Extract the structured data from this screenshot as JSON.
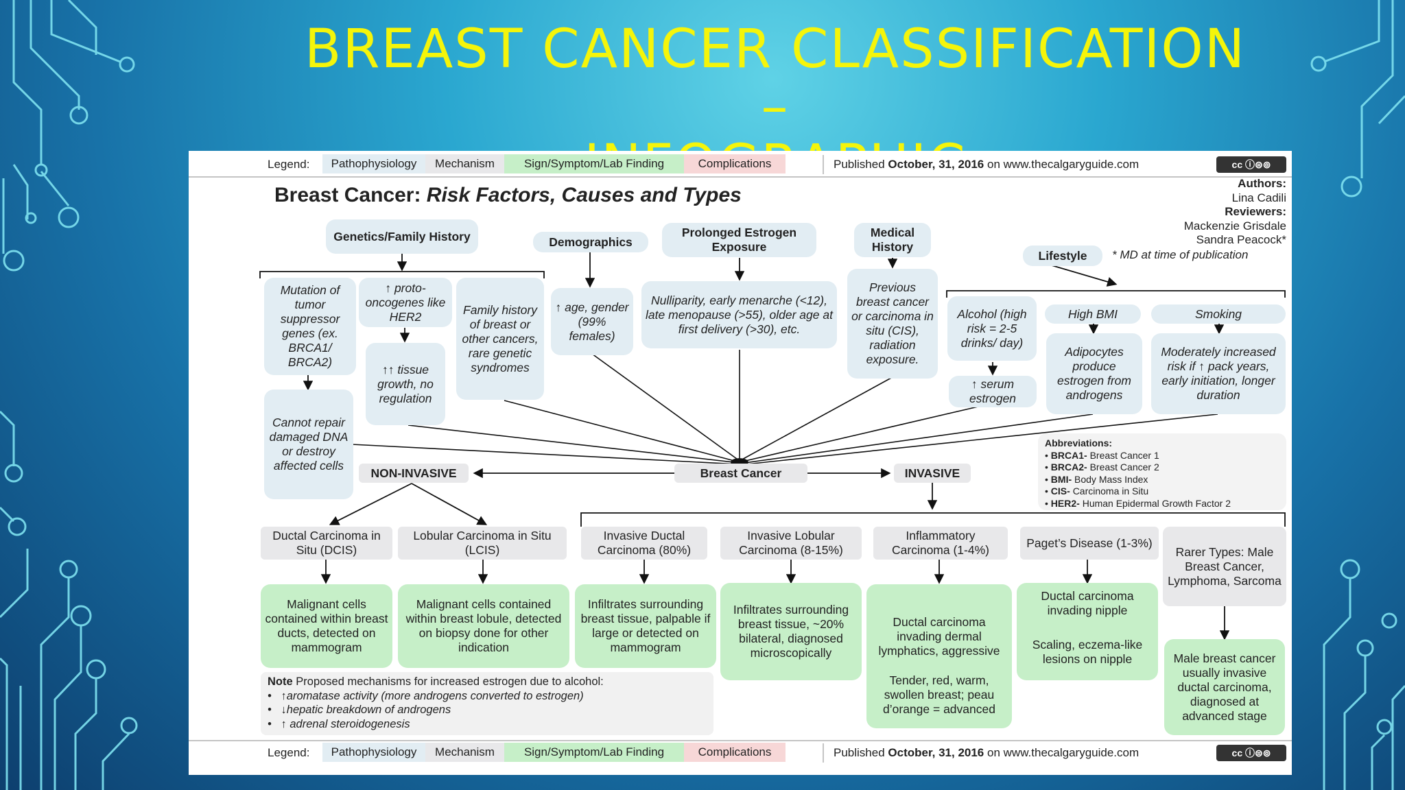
{
  "slide": {
    "title_line1": "BREAST CANCER CLASSIFICATION –",
    "title_line2": "INFOGRAPHIC"
  },
  "legend": {
    "label": "Legend:",
    "items": [
      "Pathophysiology",
      "Mechanism",
      "Sign/Symptom/Lab Finding",
      "Complications"
    ],
    "published_prefix": "Published",
    "published_date": "October, 31, 2016",
    "published_suffix": "on www.thecalgaryguide.com",
    "license": "cc"
  },
  "heading": {
    "bold": "Breast Cancer:",
    "italic": "Risk Factors, Causes and Types"
  },
  "credits": {
    "authors_label": "Authors:",
    "author": "Lina Cadili",
    "reviewers_label": "Reviewers:",
    "reviewer1": "Mackenzie Grisdale",
    "reviewer2": "Sandra Peacock*",
    "note": "* MD at time of publication"
  },
  "categories": {
    "genetics": "Genetics/Family History",
    "demographics": "Demographics",
    "estrogen": "Prolonged Estrogen Exposure",
    "medical": "Medical History",
    "lifestyle": "Lifestyle"
  },
  "factors": {
    "mutation": "Mutation of tumor suppressor genes (ex. BRCA1/ BRCA2)",
    "cannot_repair": "Cannot repair damaged DNA or destroy affected cells",
    "proto": "↑ proto-oncogenes like HER2",
    "tissue": "↑↑ tissue growth, no regulation",
    "family": "Family history of breast or other cancers, rare genetic syndromes",
    "age": "↑ age, gender (99% females)",
    "nulliparity": "Nulliparity, early menarche (<12), late menopause (>55), older age at first delivery (>30), etc.",
    "previous": "Previous breast cancer or carcinoma in situ (CIS), radiation exposure.",
    "alcohol": "Alcohol (high risk = 2-5 drinks/ day)",
    "serum": "↑ serum estrogen",
    "bmi": "High BMI",
    "adipocytes": "Adipocytes produce estrogen from androgens",
    "smoking": "Smoking",
    "moderately": "Moderately increased risk if ↑ pack years, early initiation, longer duration"
  },
  "center": {
    "breast_cancer": "Breast Cancer",
    "non_invasive": "NON-INVASIVE",
    "invasive": "INVASIVE"
  },
  "abbreviations": {
    "title": "Abbreviations:",
    "items": [
      {
        "abbr": "BRCA1-",
        "text": "Breast Cancer 1"
      },
      {
        "abbr": "BRCA2-",
        "text": "Breast Cancer 2"
      },
      {
        "abbr": "BMI-",
        "text": "Body Mass Index"
      },
      {
        "abbr": "CIS-",
        "text": "Carcinoma in Situ"
      },
      {
        "abbr": "HER2-",
        "text": "Human Epidermal Growth Factor 2"
      }
    ]
  },
  "types": {
    "dcis": "Ductal Carcinoma in Situ (DCIS)",
    "lcis": "Lobular Carcinoma in Situ (LCIS)",
    "idc": "Invasive Ductal Carcinoma (80%)",
    "ilc": "Invasive Lobular Carcinoma (8-15%)",
    "inflammatory": "Inflammatory Carcinoma (1-4%)",
    "paget": "Paget’s Disease (1-3%)",
    "rarer": "Rarer Types: Male Breast Cancer, Lymphoma, Sarcoma"
  },
  "findings": {
    "dcis": "Malignant cells contained within breast ducts, detected on mammogram",
    "lcis": "Malignant cells contained within breast lobule, detected on biopsy done for other indication",
    "idc": "Infiltrates surrounding breast tissue, palpable if large or detected on mammogram",
    "ilc": "Infiltrates surrounding breast tissue, ~20% bilateral, diagnosed microscopically",
    "inflammatory1": "Ductal carcinoma invading dermal lymphatics, aggressive",
    "inflammatory2": "Tender, red, warm, swollen breast; peau d’orange = advanced",
    "paget1": "Ductal carcinoma invading nipple",
    "paget2": "Scaling, eczema-like lesions on nipple",
    "male": "Male breast cancer usually invasive ductal carcinoma, diagnosed at advanced stage"
  },
  "note": {
    "label": "Note",
    "text": "Proposed mechanisms for increased estrogen due to alcohol:",
    "items": [
      "↑aromatase activity (more androgens converted to estrogen)",
      "↓hepatic breakdown of androgens",
      "↑ adrenal steroidogenesis"
    ]
  }
}
